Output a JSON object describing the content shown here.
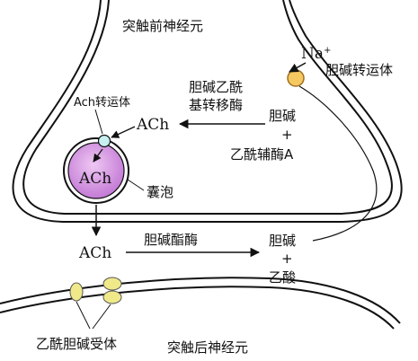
{
  "labels": {
    "presynaptic_neuron": "突触前神经元",
    "postsynaptic_neuron": "突触后神经元",
    "na_ion": "Na",
    "na_charge": "+",
    "choline_transporter": "胆碱转运体",
    "ach_transporter": "Ach转运体",
    "acetyltransferase_line1": "胆碱乙酰",
    "acetyltransferase_line2": "基转移酶",
    "ach_inside": "ACh",
    "ach_in_vesicle": "ACh",
    "choline_upper": "胆碱",
    "plus_upper": "+",
    "acetyl_coa": "乙酰辅酶A",
    "vesicle": "囊泡",
    "ach_cleft": "ACh",
    "cholinesterase": "胆碱酯酶",
    "choline_lower": "胆碱",
    "plus_lower": "+",
    "acetic_acid": "乙酸",
    "ach_receptor": "乙酰胆碱受体"
  },
  "colors": {
    "membrane": "#111111",
    "vesicle_fill": "#cc88dd",
    "vesicle_highlight": "#eec8f2",
    "transporter_fill": "#f5c862",
    "ach_transporter_fill": "#c8f0f0",
    "receptor_fill": "#f0e98a"
  }
}
